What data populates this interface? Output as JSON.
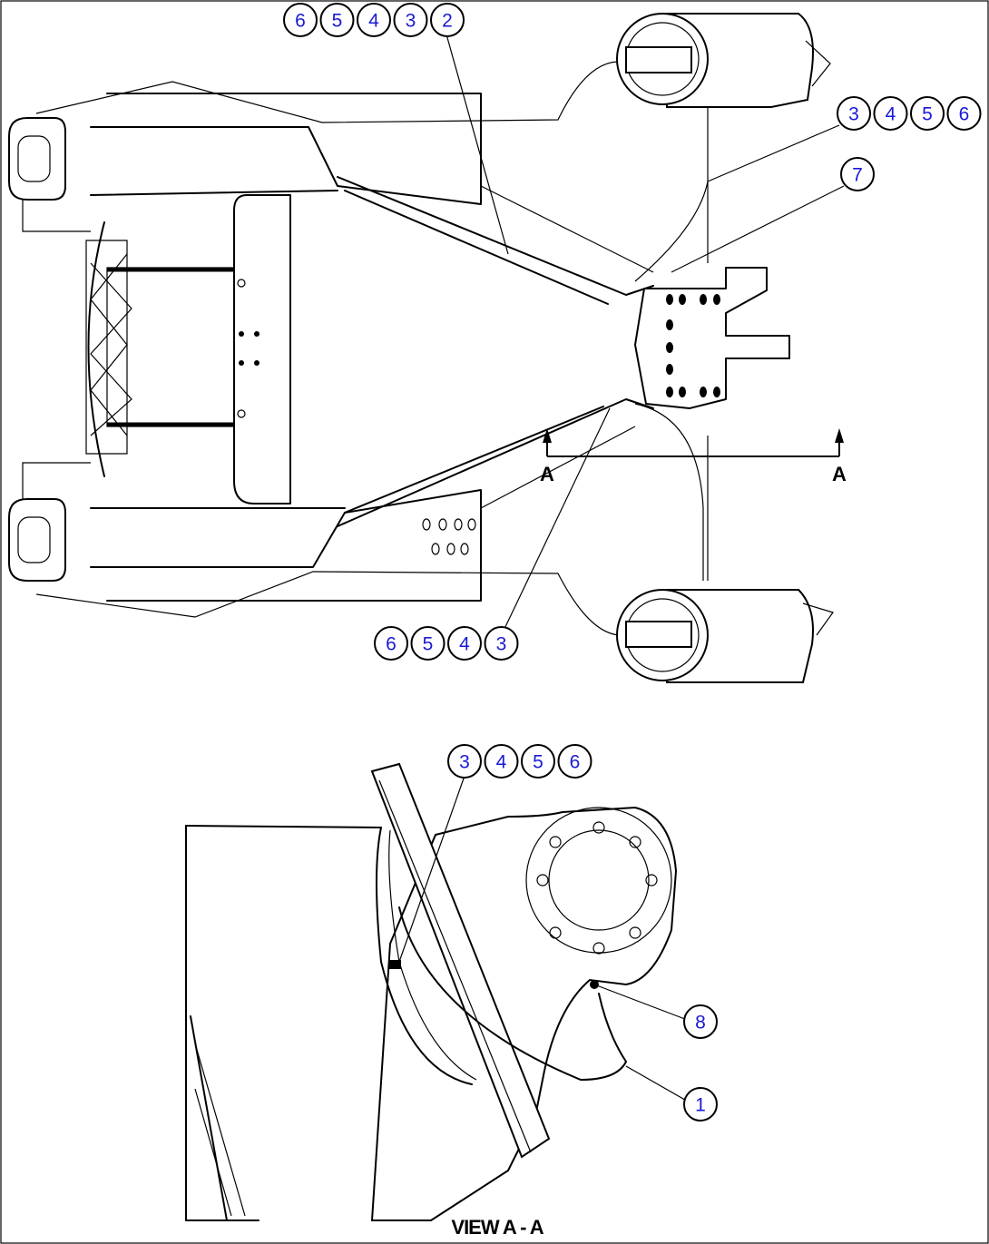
{
  "top_view": {
    "callout_groups": [
      {
        "id": "top-left-group",
        "numbers": [
          "6",
          "5",
          "4",
          "3",
          "2"
        ]
      },
      {
        "id": "top-right-group",
        "numbers": [
          "3",
          "4",
          "5",
          "6"
        ]
      },
      {
        "id": "right-single",
        "numbers": [
          "7"
        ]
      },
      {
        "id": "bottom-group",
        "numbers": [
          "6",
          "5",
          "4",
          "3"
        ]
      }
    ],
    "section_marker": {
      "left_letter": "A",
      "right_letter": "A"
    }
  },
  "section_view": {
    "callout_groups": [
      {
        "id": "view-top-group",
        "numbers": [
          "3",
          "4",
          "5",
          "6"
        ]
      },
      {
        "id": "view-eight",
        "numbers": [
          "8"
        ]
      },
      {
        "id": "view-one",
        "numbers": [
          "1"
        ]
      }
    ],
    "caption": "VIEW A - A"
  },
  "colors": {
    "line": "#000000",
    "callout_text": "#1a1ad6",
    "background": "#ffffff"
  }
}
